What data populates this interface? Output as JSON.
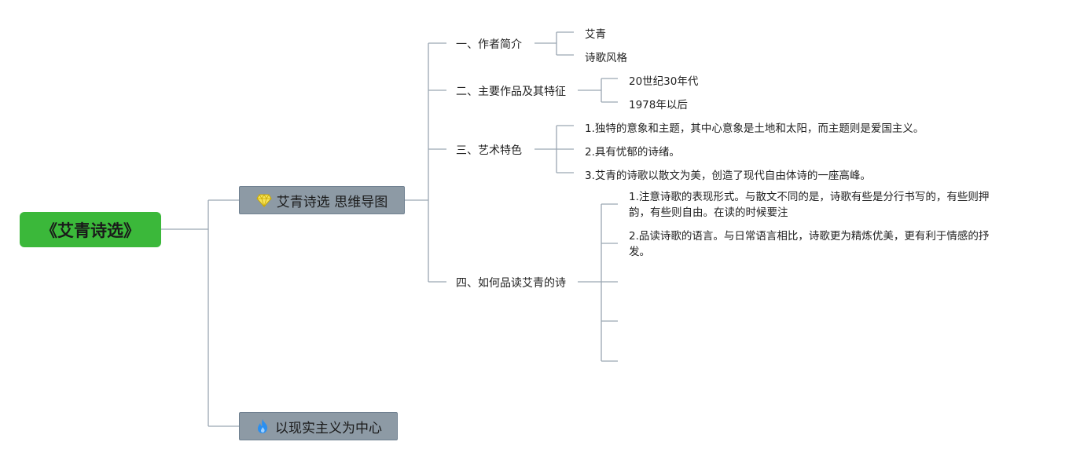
{
  "root": {
    "label": "《艾青诗选》"
  },
  "main_topics": [
    {
      "label": "艾青诗选 思维导图",
      "icon": "diamond-icon"
    },
    {
      "label": "以现实主义为中心",
      "icon": "flame-icon"
    }
  ],
  "subtopics": [
    {
      "label": "一、作者简介",
      "children": [
        "艾青",
        "诗歌风格"
      ]
    },
    {
      "label": "二、主要作品及其特征",
      "children": [
        "20世纪30年代",
        "1978年以后"
      ]
    },
    {
      "label": "三、艺术特色",
      "children": [
        "1.独特的意象和主题，其中心意象是土地和太阳，而主题则是爱国主义。",
        "2.具有忧郁的诗绪。",
        "3.艾青的诗歌以散文为美，创造了现代自由体诗的一座高峰。"
      ]
    },
    {
      "label": "四、如何品读艾青的诗",
      "children": [
        "1.注意诗歌的表现形式。与散文不同的是，诗歌有些是分行书写的，有些则押韵，有些则自由。在读的时候要注",
        "2.品读诗歌的语言。与日常语言相比，诗歌更为精炼优美，更有利于情感的抒发。",
        "",
        "",
        ""
      ]
    }
  ],
  "colors": {
    "root_fill": "#3bb83a",
    "topic_fill": "#8d9aa5",
    "line": "#9aa6b2"
  }
}
